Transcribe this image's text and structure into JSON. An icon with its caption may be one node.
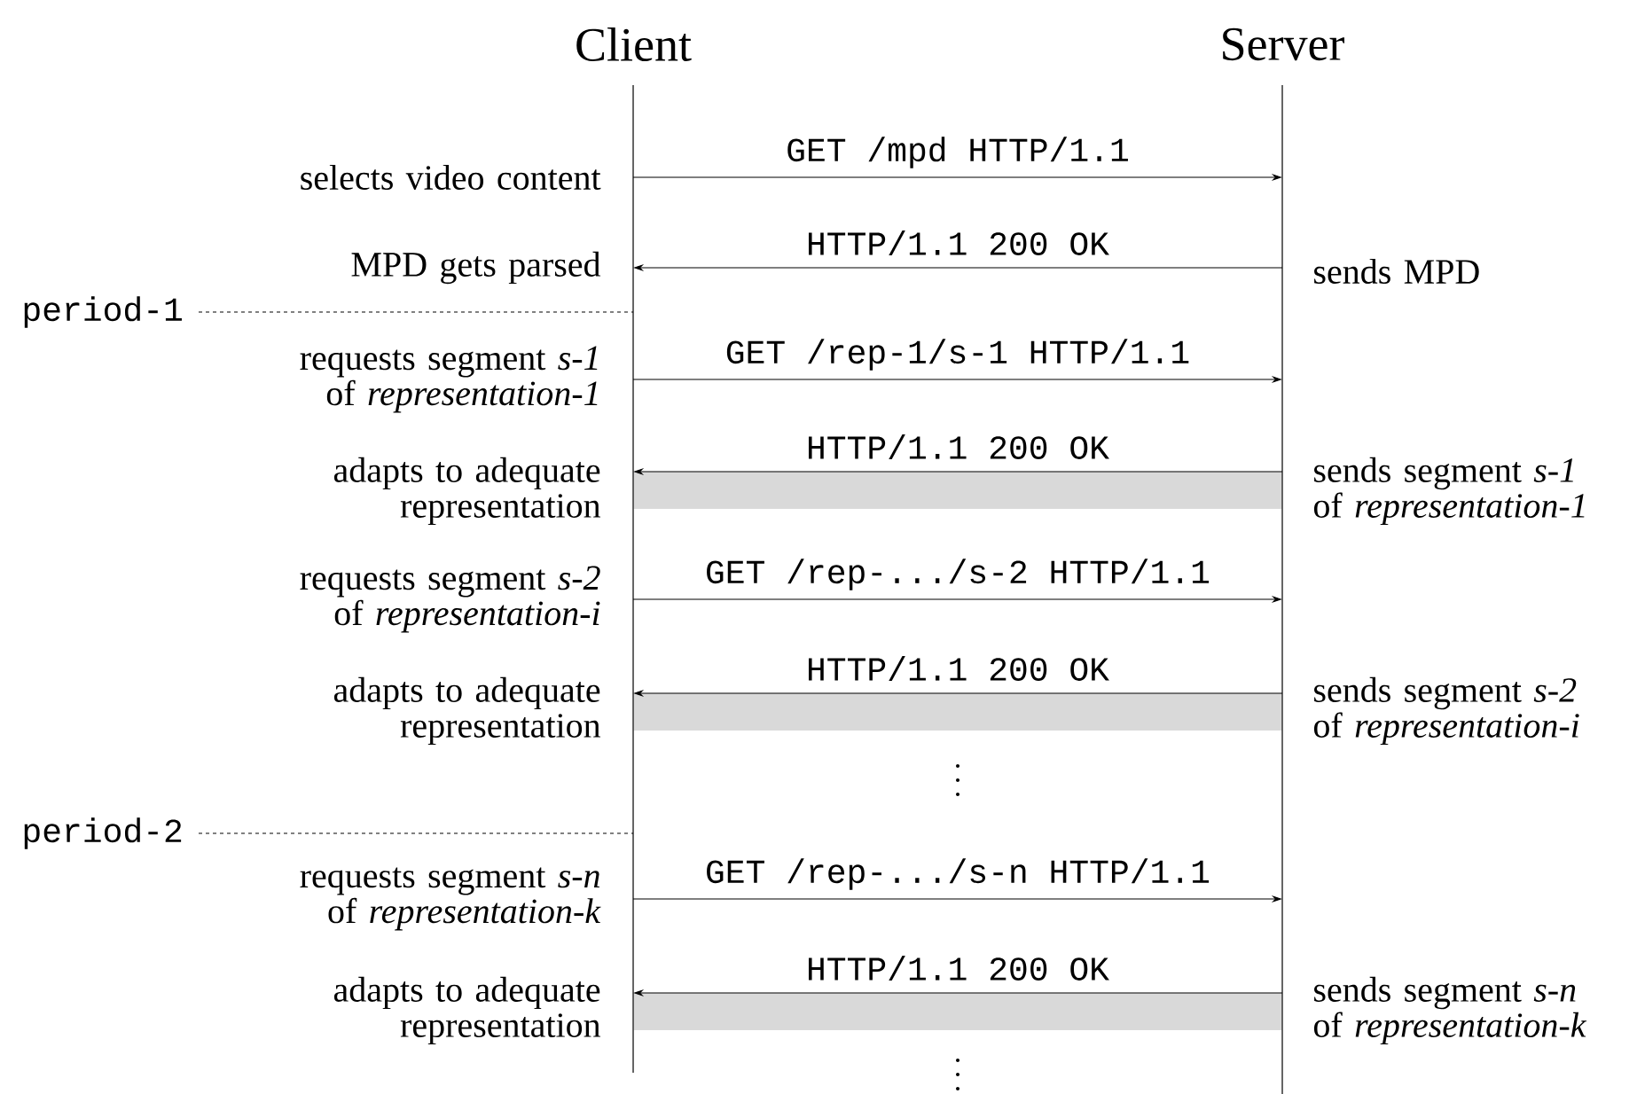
{
  "diagram": {
    "nodes": [
      {
        "text": [
          "Client"
        ]
      },
      {
        "text": [
          "Server"
        ]
      },
      {
        "text": [],
        "shape": "bar"
      },
      {
        "text": [],
        "shape": "bar"
      },
      {
        "text": [],
        "shape": "bar"
      }
    ],
    "edges": [
      {
        "from": 0,
        "to": 1,
        "arrow": "to",
        "label": "GET /mpd HTTP/1.1"
      },
      {
        "from": 1,
        "to": 0,
        "arrow": "to",
        "label": "HTTP/1.1 200 OK"
      },
      {
        "from": 0,
        "to": 1,
        "arrow": "to",
        "label": "GET /rep-1/s-1 HTTP/1.1"
      },
      {
        "from": 1,
        "to": 0,
        "arrow": "to",
        "label": "HTTP/1.1 200 OK"
      },
      {
        "from": 0,
        "to": 1,
        "arrow": "to",
        "label": "GET /rep-.../s-2 HTTP/1.1"
      },
      {
        "from": 1,
        "to": 0,
        "arrow": "to",
        "label": "HTTP/1.1 200 OK"
      },
      {
        "from": 0,
        "to": 1,
        "arrow": "to",
        "label": "GET /rep-.../s-n HTTP/1.1"
      },
      {
        "from": 1,
        "to": 0,
        "arrow": "to",
        "label": "HTTP/1.1 200 OK"
      }
    ],
    "labels": [
      "selects video content",
      "MPD gets parsed",
      "sends MPD",
      "period-1",
      "requests segment *s-1* of *representation-1*",
      "adapts to adequate representation",
      "sends segment *s-1* of *representation-1*",
      "requests segment *s-2* of *representation-i*",
      "adapts to adequate representation",
      "sends segment *s-2* of *representation-i*",
      "period-2",
      "requests segment *s-n* of *representation-k*",
      "adapts to adequate representation",
      "sends segment *s-n* of *representation-k*"
    ]
  }
}
